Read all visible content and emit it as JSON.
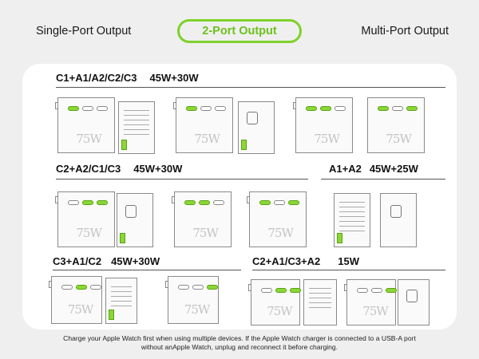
{
  "tabs": [
    {
      "label": "Single-Port Output",
      "active": false
    },
    {
      "label": "2-Port Output",
      "active": true
    },
    {
      "label": "Multi-Port Output",
      "active": false
    }
  ],
  "accent_color": "#7ed12a",
  "groups": {
    "g1": {
      "ports": "C1+A1/A2/C2/C3",
      "watts": "45W+30W"
    },
    "g2": {
      "ports": "C2+A2/C1/C3",
      "watts": "45W+30W"
    },
    "g3": {
      "ports": "A1+A2",
      "watts": "45W+25W"
    },
    "g4": {
      "ports": "C3+A1/C2",
      "watts": "45W+30W"
    },
    "g5": {
      "ports": "C2+A1/C3+A2",
      "watts": "15W"
    }
  },
  "device_brand": "75W",
  "footnote_line1": "Charge your Apple Watch first when using multiple devices. If the Apple Watch charger is connected to a USB-A port",
  "footnote_line2": "without anApple Watch, unplug and reconnect it before charging."
}
